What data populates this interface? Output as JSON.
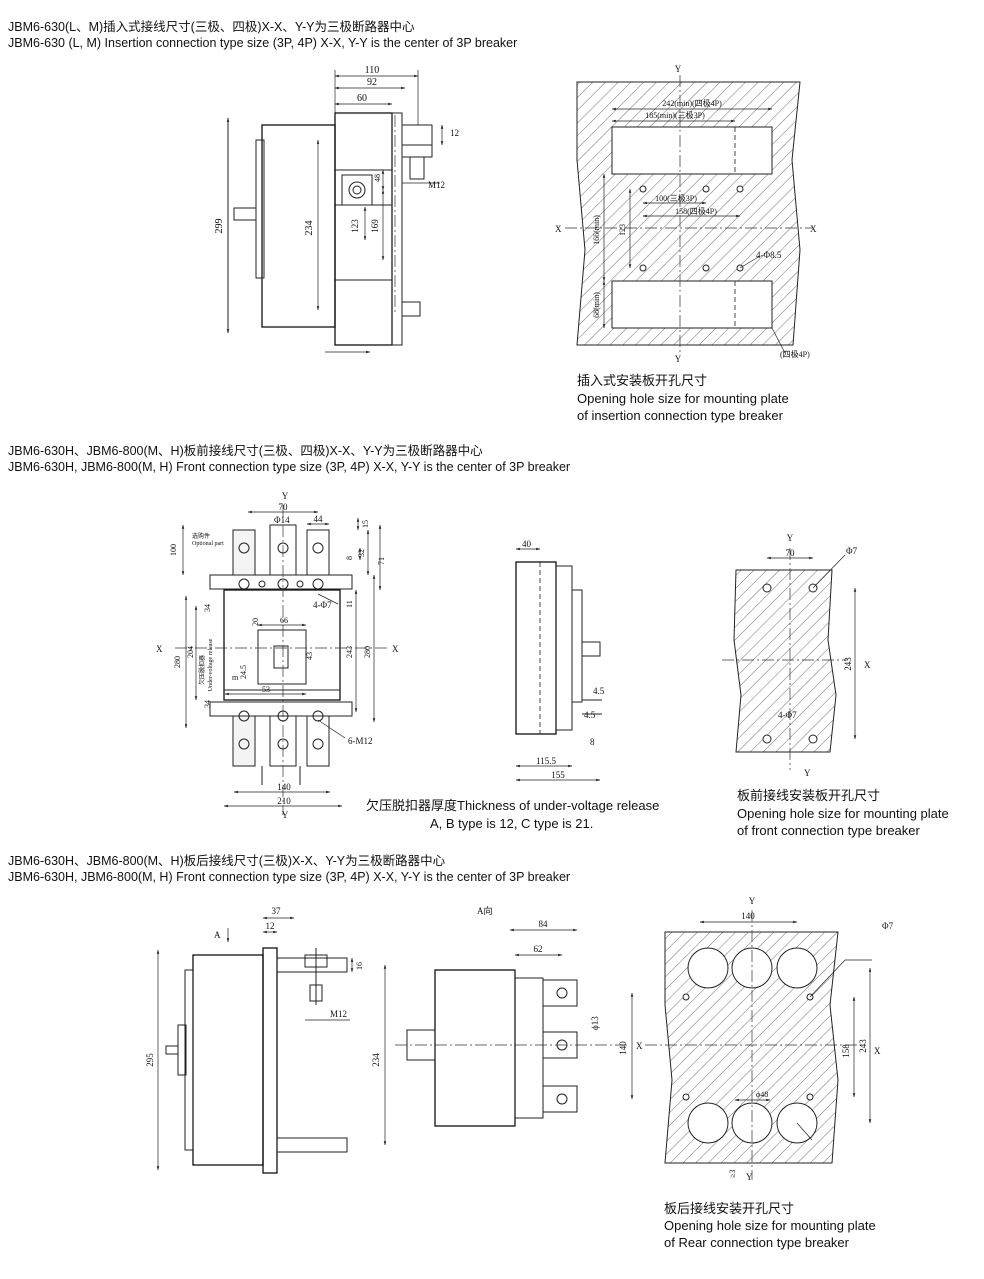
{
  "section1": {
    "title_cn": "JBM6-630(L、M)插入式接线尺寸(三极、四极)X-X、Y-Y为三极断路器中心",
    "title_en": "JBM6-630 (L, M) Insertion connection type size (3P, 4P) X-X, Y-Y is the center of 3P breaker",
    "side_dims": {
      "d110": "110",
      "d92": "92",
      "d60": "60",
      "d12": "12",
      "d48": "48",
      "dM12": "M12",
      "d299": "299",
      "d234": "234",
      "d123": "123",
      "d169": "169"
    },
    "plate_dims": {
      "y_top": "Y",
      "y_bottom": "Y",
      "x_left": "X",
      "x_right": "X",
      "d242": "242(min)(四极4P)",
      "d185": "185(min)(三极3P)",
      "d100": "100(三极3P)",
      "d158": "158(四极4P)",
      "d123": "123",
      "d166": "166(min)",
      "d68": "68(min)",
      "holes": "4-Φ8.5",
      "p4": "(四极4P)"
    },
    "caption_cn": "插入式安装板开孔尺寸",
    "caption_en1": "Opening hole size for mounting plate",
    "caption_en2": "of insertion connection type breaker"
  },
  "section2": {
    "title_cn": "JBM6-630H、JBM6-800(M、H)板前接线尺寸(三极、四极)X-X、Y-Y为三极断路器中心",
    "title_en": "JBM6-630H, JBM6-800(M, H) Front connection type size (3P, 4P) X-X, Y-Y is the center of 3P breaker",
    "front_dims": {
      "y_top": "Y",
      "y_bottom": "Y",
      "x_left": "X",
      "x_right": "X",
      "d70": "70",
      "phi14": "Φ14",
      "d44": "44",
      "d15": "15",
      "d100": "100",
      "optional_cn": "选购件",
      "optional_en": "Optional part",
      "d8": "8",
      "d32": "32",
      "d71": "71",
      "holes": "4-Φ7",
      "d11": "11",
      "d34a": "34",
      "d20": "20",
      "d66": "66",
      "d280a": "280",
      "d204": "204",
      "uv_cn": "欠压脱扣器",
      "uv_en": "Under-voltage release",
      "d43": "43",
      "d243": "243",
      "d280b": "280",
      "d245": "24.5",
      "dm": "m",
      "d53": "53",
      "d34b": "34",
      "screws": "6-M12",
      "d140": "140",
      "d210": "210"
    },
    "side_dims": {
      "d40": "40",
      "d4_5a": "4.5",
      "d4_5b": "4.5",
      "d8": "8",
      "d115_5": "115.5",
      "d155": "155"
    },
    "uv_note1": "欠压脱扣器厚度Thickness of under-voltage release",
    "uv_note2": "A, B type is 12,  C type is 21.",
    "plate_dims": {
      "y_top": "Y",
      "y_bottom": "Y",
      "x": "X",
      "d70": "70",
      "phi7": "Φ7",
      "d243": "243",
      "holes": "4-Φ7"
    },
    "caption_cn": "板前接线安装板开孔尺寸",
    "caption_en1": "Opening hole size for mounting plate",
    "caption_en2": "of front connection type breaker"
  },
  "section3": {
    "title_cn": "JBM6-630H、JBM6-800(M、H)板后接线尺寸(三极)X-X、Y-Y为三极断路器中心",
    "title_en": "JBM6-630H, JBM6-800(M, H) Front connection type size (3P, 4P) X-X, Y-Y is the center of 3P breaker",
    "side_dims": {
      "arrow_a": "A",
      "d37": "37",
      "d12": "12",
      "d16": "16",
      "dM12": "M12",
      "d295": "295",
      "d234": "234"
    },
    "rear_dims": {
      "view_a": "A向",
      "d84": "84",
      "d62": "62",
      "phi13": "ϕ13",
      "d140": "140"
    },
    "plate_dims": {
      "y_top": "Y",
      "y_bottom": "Y",
      "x_left": "X",
      "x_right": "X",
      "d140": "140",
      "phi7": "Φ7",
      "d158": "158",
      "d243": "243",
      "phi48": "ϕ48",
      "d3": "≥3"
    },
    "caption_cn": "板后接线安装开孔尺寸",
    "caption_en1": "Opening hole size for mounting plate",
    "caption_en2": "of Rear connection type breaker"
  }
}
